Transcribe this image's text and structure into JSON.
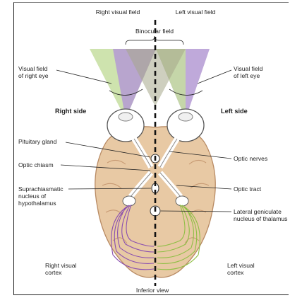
{
  "header": {
    "right_visual_field": "Right visual field",
    "left_visual_field": "Left visual field",
    "binocular_field": "Binocular field"
  },
  "labels": {
    "visual_field_right_eye": [
      "Visual field",
      "of right eye"
    ],
    "visual_field_left_eye": [
      "Visual field",
      "of left eye"
    ],
    "right_side": "Right side",
    "left_side": "Left side",
    "pituitary_gland": "Pituitary gland",
    "optic_nerves": "Optic nerves",
    "optic_chiasm": "Optic chiasm",
    "optic_tract": "Optic tract",
    "suprachiasmatic": [
      "Suprachiasmatic",
      "nucleus of",
      "hypothalamus"
    ],
    "lateral_geniculate": [
      "Lateral geniculate",
      "nucleus of thalamus"
    ],
    "right_visual_cortex": [
      "Right visual",
      "cortex"
    ],
    "left_visual_cortex": [
      "Left visual",
      "cortex"
    ],
    "inferior_view": "Inferior view"
  },
  "colors": {
    "right_field": "#a98fd0",
    "left_field": "#b9d98a",
    "overlap": "#9aa07a",
    "brain": "#e8c9a4",
    "brain_shade": "#d9ae86",
    "right_pathway": "#8a4fb0",
    "left_pathway": "#8fbf45",
    "midline": "#111111"
  }
}
